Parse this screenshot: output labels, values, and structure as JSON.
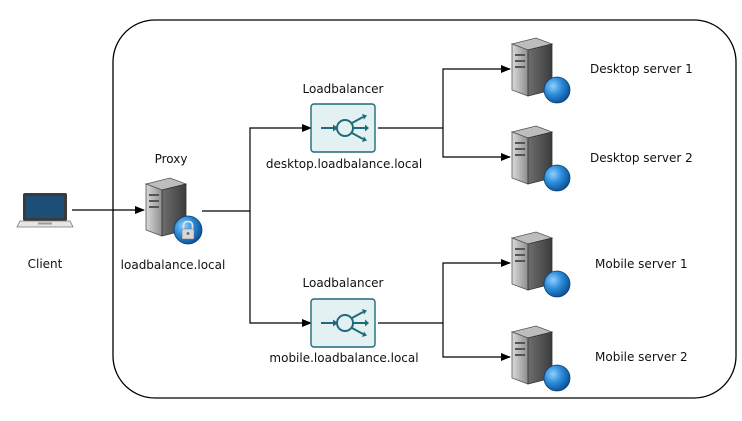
{
  "client": {
    "label": "Client"
  },
  "proxy": {
    "title": "Proxy",
    "host": "loadbalance.local"
  },
  "loadbalancers": [
    {
      "title": "Loadbalancer",
      "host": "desktop.loadbalance.local"
    },
    {
      "title": "Loadbalancer",
      "host": "mobile.loadbalance.local"
    }
  ],
  "servers": [
    {
      "label": "Desktop server 1"
    },
    {
      "label": "Desktop server 2"
    },
    {
      "label": "Mobile server 1"
    },
    {
      "label": "Mobile server 2"
    }
  ],
  "colors": {
    "boundary": "#000000",
    "server_body": "#9a9a9a",
    "globe": "#1b6fc0",
    "lb_icon": "#1f6b7a",
    "lb_bg": "#e4f1f3",
    "laptop_screen": "#1d4e78"
  },
  "icons": [
    "laptop-icon",
    "proxy-server-icon",
    "lock-icon",
    "loadbalancer-icon",
    "server-icon",
    "globe-icon"
  ]
}
